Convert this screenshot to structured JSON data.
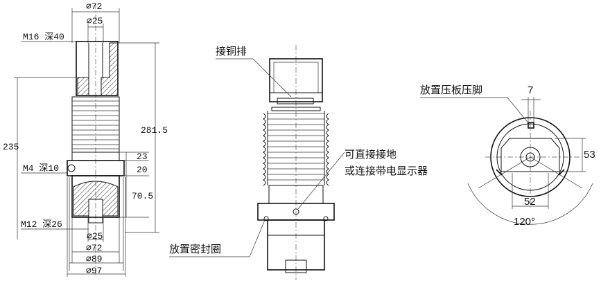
{
  "left_view": {
    "dims": {
      "d72_top": "⌀72",
      "d25_top": "⌀25",
      "m16": "M16 深40",
      "h235": "235",
      "h281": "281.5",
      "h23": "23",
      "h20": "20",
      "m4": "M4 深10",
      "h705": "70.5",
      "m12": "M12 深26",
      "d25_bot": "⌀25",
      "d72_bot": "⌀72",
      "d89": "⌀89",
      "d97": "⌀97"
    }
  },
  "middle_view": {
    "label_busbar": "接铜排",
    "label_ground_1": "可直接接地",
    "label_ground_2": "或连接带电显示器",
    "label_seal": "放置密封圈"
  },
  "right_view": {
    "label_clamp": "放置压板压脚",
    "dim_7": "7",
    "dim_53": "53",
    "dim_52": "52",
    "dim_120": "120°"
  }
}
